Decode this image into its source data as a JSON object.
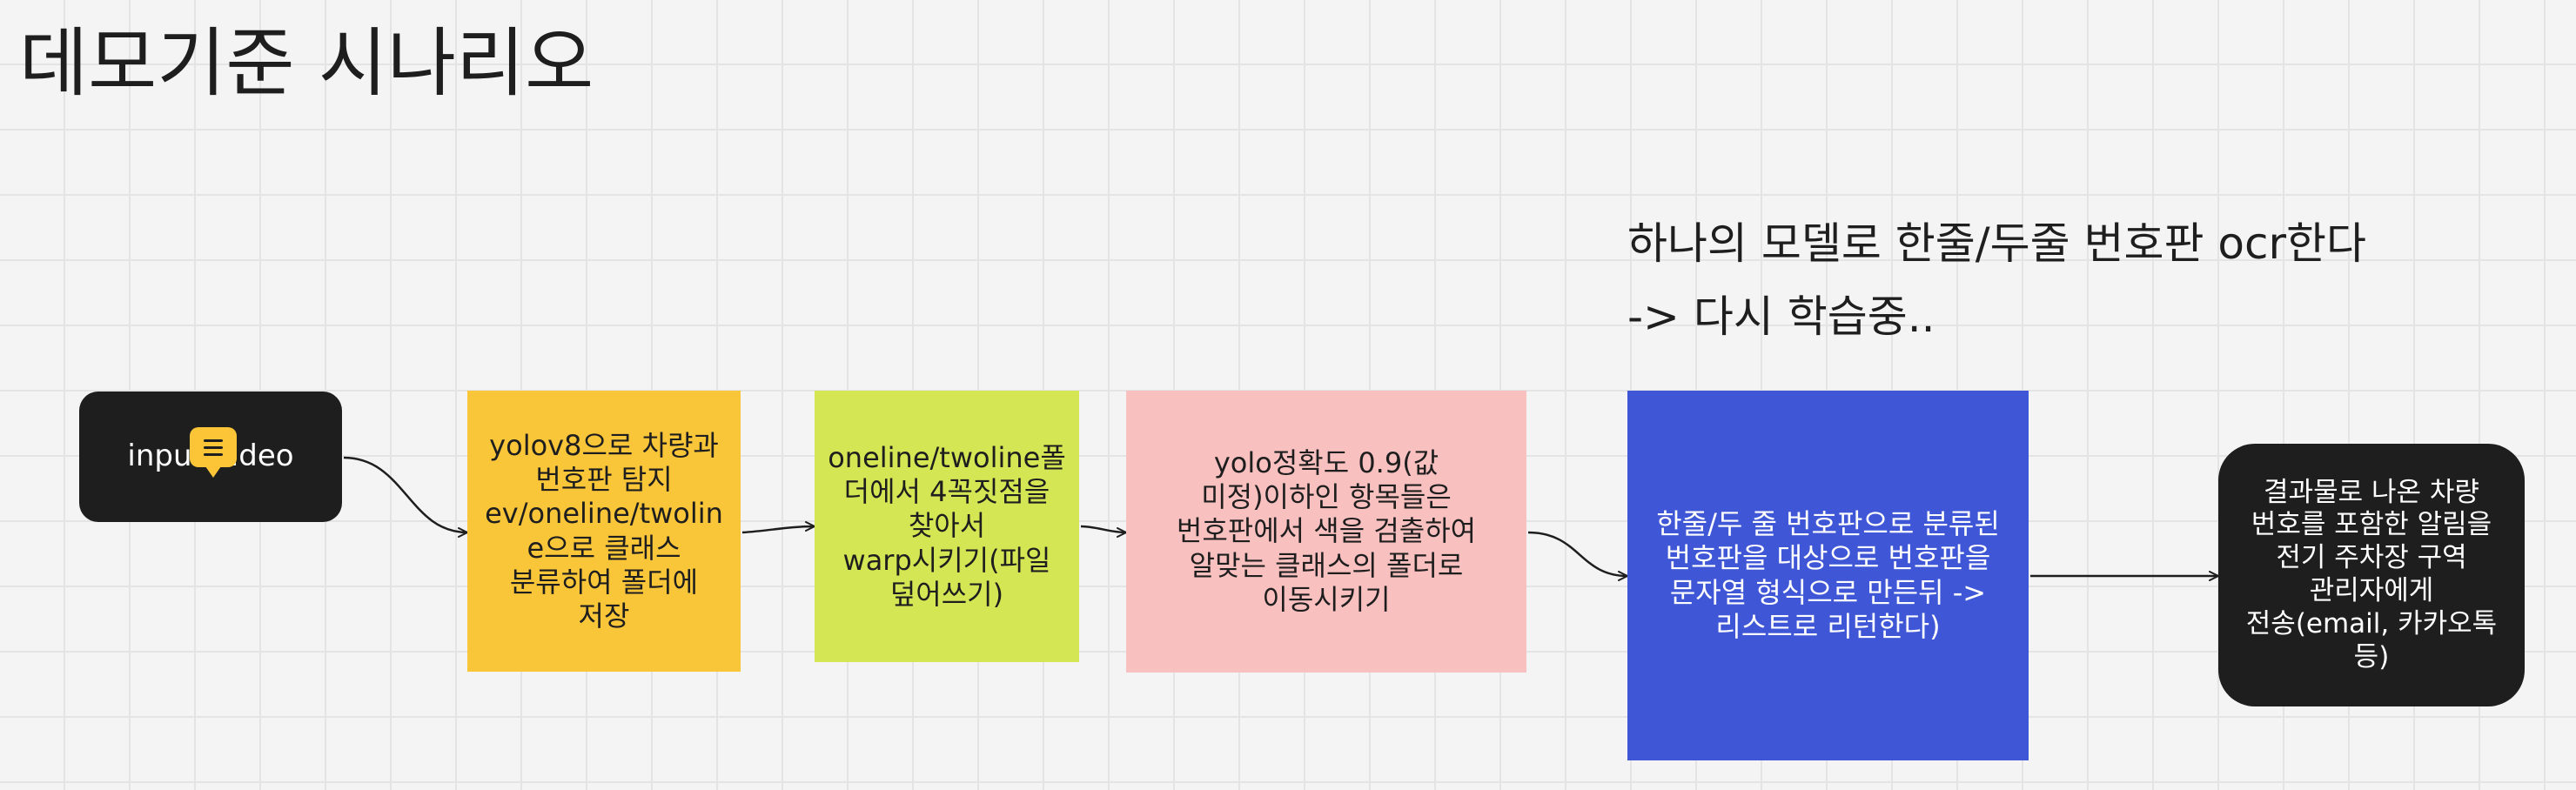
{
  "title": "데모기준 시나리오",
  "note": {
    "line1": "하나의 모델로 한줄/두줄 번호판 ocr한다",
    "line2": "-> 다시 학습중.."
  },
  "nodes": {
    "input": {
      "lines": [
        "input video"
      ],
      "bg": "#1e1e1e",
      "fg": "#ffffff"
    },
    "yolo": {
      "lines": [
        "yolov8으로 차량과",
        "번호판 탐지",
        "ev/oneline/twolin",
        "e으로 클래스",
        "분류하여 폴더에",
        "저장"
      ],
      "bg": "#fac639",
      "fg": "#1e1e1e"
    },
    "warp": {
      "lines": [
        "oneline/twoline폴",
        "더에서 4꼭짓점을",
        "찾아서",
        "warp시키기(파일",
        "덮어쓰기)"
      ],
      "bg": "#d4e654",
      "fg": "#1e1e1e"
    },
    "color": {
      "lines": [
        "yolo정확도 0.9(값",
        "미정)이하인 항목들은",
        "번호판에서 색을 검출하여",
        "알맞는 클래스의 폴더로",
        "이동시키기"
      ],
      "bg": "#f9c0c0",
      "fg": "#1e1e1e"
    },
    "list": {
      "lines": [
        "한줄/두 줄 번호판으로 분류된",
        "번호판을 대상으로 번호판을",
        "문자열 형식으로 만든뒤 ->",
        "리스트로 리턴한다)"
      ],
      "bg": "#3f57d6",
      "fg": "#ffffff"
    },
    "alert": {
      "lines": [
        "결과물로 나온 차량",
        "번호를 포함한 알림을",
        "전기 주차장 구역",
        "관리자에게",
        "전송(email, 카카오톡",
        "등)"
      ],
      "bg": "#1e1e1e",
      "fg": "#ffffff"
    }
  },
  "comment_icon": "comment-icon",
  "connector_color": "#1e1e1e"
}
